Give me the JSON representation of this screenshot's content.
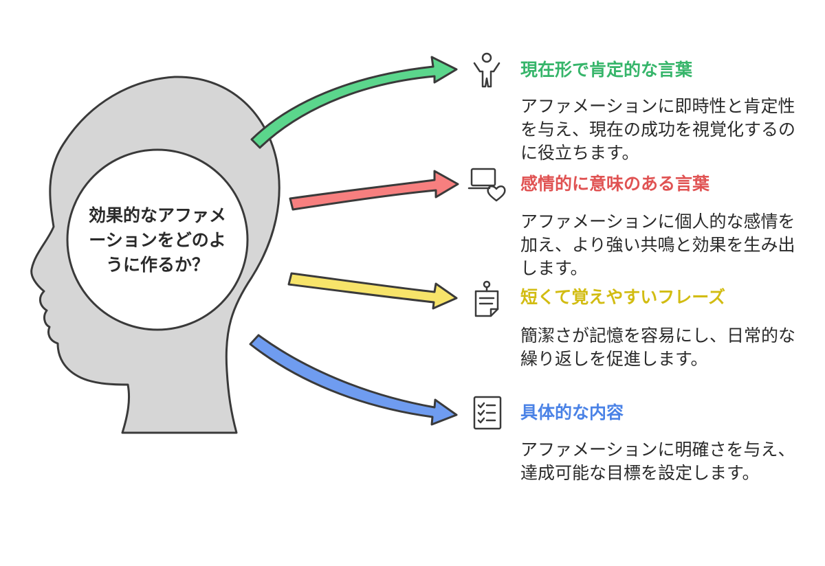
{
  "center": {
    "question": "効果的なアファメーションをどのように作るか？"
  },
  "colors": {
    "green": "#5bd68c",
    "red": "#f77f7f",
    "yellow": "#f7e46a",
    "blue": "#6f9cf0",
    "head_fill": "#d6d6d6",
    "outline": "#3a3a3a"
  },
  "items": [
    {
      "heading": "現在形で肯定的な言葉",
      "heading_color": "#36b56a",
      "icon": "person-raising-arms-icon",
      "description": "アファメーションに即時性と肯定性を与え、現在の成功を視覚化するのに役立ちます。"
    },
    {
      "heading": "感情的に意味のある言葉",
      "heading_color": "#e05353",
      "icon": "laptop-heart-icon",
      "description": "アファメーションに個人的な感情を加え、より強い共鳴と効果を生み出します。"
    },
    {
      "heading": "短くて覚えやすいフレーズ",
      "heading_color": "#d2bc12",
      "icon": "note-with-pin-icon",
      "description": "簡潔さが記憶を容易にし、日常的な繰り返しを促進します。"
    },
    {
      "heading": "具体的な内容",
      "heading_color": "#4a82e6",
      "icon": "checklist-icon",
      "description": "アファメーションに明確さを与え、達成可能な目標を設定します。"
    }
  ]
}
